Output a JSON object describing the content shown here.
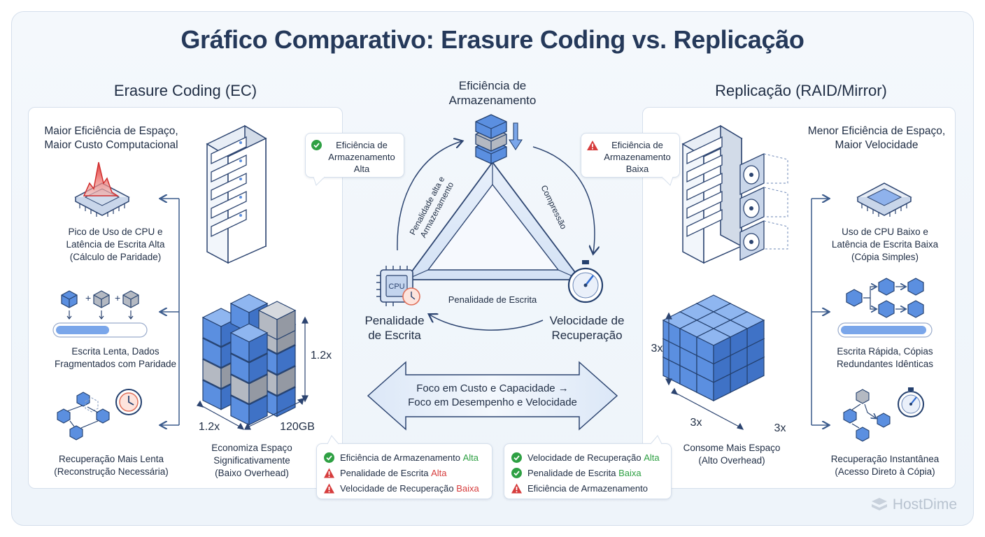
{
  "title": "Gráfico Comparativo: Erasure Coding vs. Replicação",
  "left": {
    "section_title": "Erasure Coding (EC)",
    "heading": [
      "Maior Eficiência de Espaço,",
      "Maior Custo Computacional"
    ],
    "items": [
      {
        "lines": [
          "Pico de Uso de CPU e",
          "Latência de Escrita Alta",
          "(Cálculo de Paridade)"
        ]
      },
      {
        "lines": [
          "Escrita Lenta, Dados",
          "Fragmentados com Paridade"
        ]
      },
      {
        "lines": [
          "Recuperação Mais Lenta",
          "(Reconstrução Necessária)"
        ]
      }
    ],
    "block_labels": {
      "height": "1.2x",
      "width": "1.2x",
      "depth": "120GB"
    },
    "summary": [
      "Economiza Espaço",
      "Significativamente",
      "(Baixo Overhead)"
    ],
    "bubble": {
      "lines": [
        "Eficiência de",
        "Armazenamento",
        "Alta"
      ],
      "status": "ok"
    }
  },
  "right": {
    "section_title": "Replicação (RAID/Mirror)",
    "heading": [
      "Menor Eficiência de Espaço,",
      "Maior Velocidade"
    ],
    "items": [
      {
        "lines": [
          "Uso de CPU Baixo e",
          "Latência de Escrita Baixa",
          "(Cópia Simples)"
        ]
      },
      {
        "lines": [
          "Escrita Rápida, Cópias",
          "Redundantes Idênticas"
        ]
      },
      {
        "lines": [
          "Recuperação Instantânea",
          "(Acesso Direto à Cópia)"
        ]
      }
    ],
    "block_labels": {
      "height": "3x",
      "width": "3x",
      "depth": "3x"
    },
    "summary": [
      "Consome Mais Espaço",
      "(Alto Overhead)"
    ],
    "bubble": {
      "lines": [
        "Eficiência de",
        "Armazenamento",
        "Baixa"
      ],
      "status": "warn"
    }
  },
  "center": {
    "top_vertex": [
      "Eficiência de",
      "Armazenamento"
    ],
    "left_vertex": [
      "Penalidade",
      "de Escrita"
    ],
    "right_vertex": [
      "Velocidade de",
      "Recuperação"
    ],
    "cpu_chip_label": "CPU",
    "arc_left_label": [
      "Penalidade alta e",
      "Armazenamento"
    ],
    "arc_right_label": "Compressão",
    "bottom_arc_label": "Penalidade de Escrita",
    "arrow_text": [
      "Foco em Custo e Capacidade →",
      "Foco em Desempenho e Velocidade"
    ]
  },
  "legend_ec": [
    {
      "status": "ok",
      "label": "Eficiência de Armazenamento ",
      "value": "Alta",
      "value_color": "green"
    },
    {
      "status": "warn",
      "label": "Penalidade de Escrita ",
      "value": "Alta",
      "value_color": "red"
    },
    {
      "status": "warn",
      "label": "Velocidade de Recuperação ",
      "value": "Baixa",
      "value_color": "red"
    }
  ],
  "legend_rep": [
    {
      "status": "ok",
      "label": "Velocidade de Recuperação ",
      "value": "Alta",
      "value_color": "green"
    },
    {
      "status": "ok",
      "label": "Penalidade de Escrita ",
      "value": "Baixa",
      "value_color": "green"
    },
    {
      "status": "warn",
      "label": "Eficiência de Armazenamento",
      "value": "",
      "value_color": "red"
    }
  ],
  "brand": "HostDime",
  "colors": {
    "title": "#25395a",
    "cube_blue": "#5b8fe0",
    "cube_gray": "#b4b9c2",
    "ok": "#2ea043",
    "warn": "#d63c3c",
    "accent": "#3f6fc4"
  },
  "icons": [
    "cpu-spike-icon",
    "data-block-icon",
    "progress-bar-icon",
    "network-icon",
    "clock-icon",
    "server-rack-icon",
    "cube-stack-icon",
    "cpu-chip-icon",
    "stopwatch-icon",
    "check-circle-icon",
    "warning-triangle-icon",
    "hostdime-logo-icon"
  ]
}
